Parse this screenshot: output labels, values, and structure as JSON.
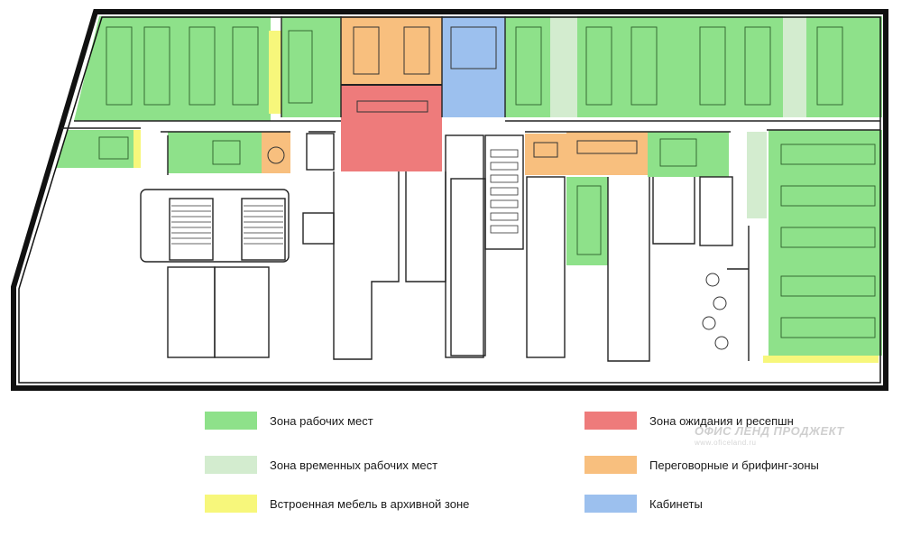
{
  "colors": {
    "workplaces": "#8ee18a",
    "temp_workplaces": "#d3eccf",
    "built_in": "#f7f77b",
    "waiting": "#ee7b7b",
    "meeting": "#f8bf7e",
    "offices": "#9cc0ee"
  },
  "legend": [
    {
      "key": "workplaces",
      "label": "Зона рабочих мест"
    },
    {
      "key": "temp_workplaces",
      "label": "Зона временных рабочих мест"
    },
    {
      "key": "built_in",
      "label": "Встроенная мебель в архивной зоне"
    },
    {
      "key": "waiting",
      "label": "Зона ожидания и ресепшн"
    },
    {
      "key": "meeting",
      "label": "Переговорные и брифинг-зоны"
    },
    {
      "key": "offices",
      "label": "Кабинеты"
    }
  ],
  "watermark": {
    "logo_text": "ОФИС ЛЕНД ПРОДЖЕКТ",
    "sub_text": "www.oficeland.ru"
  }
}
